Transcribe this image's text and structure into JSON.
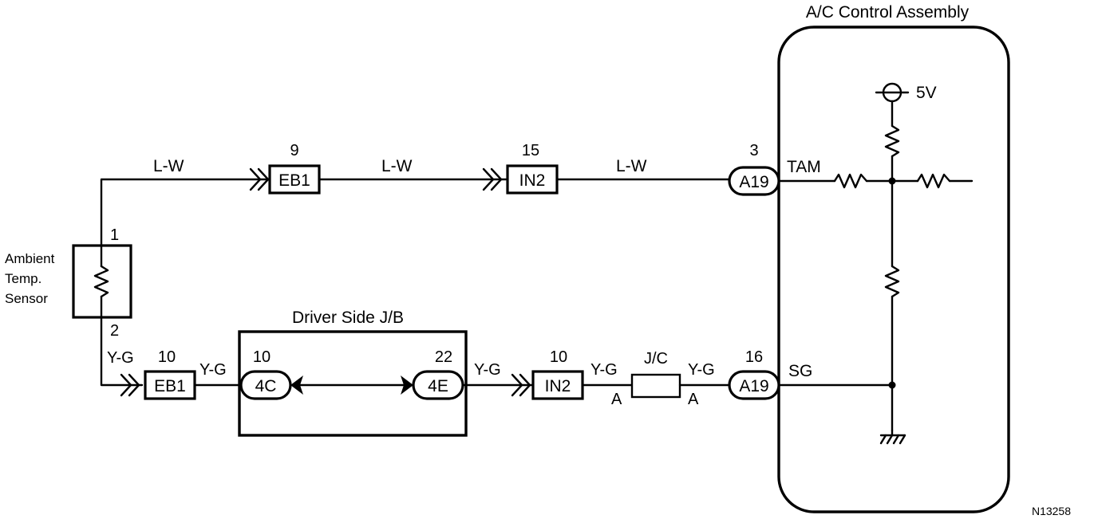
{
  "labels": {
    "assembly_title": "A/C Control Assembly",
    "sensor_name": "Ambient\nTemp.\nSensor",
    "sensor_pin_1": "1",
    "sensor_pin_2": "2",
    "jb_title": "Driver Side J/B",
    "jc_title": "J/C",
    "supply_voltage": "5V",
    "figure_id": "N13258"
  },
  "wire_colors": {
    "upper": "L-W",
    "lower": "Y-G"
  },
  "upper_circuit": {
    "wire_label_1": "L-W",
    "wire_label_2": "L-W",
    "wire_label_3": "L-W",
    "eb1": {
      "pin": "9",
      "name": "EB1"
    },
    "in2": {
      "pin": "15",
      "name": "IN2"
    },
    "a19": {
      "pin": "3",
      "name": "A19"
    },
    "terminal": "TAM"
  },
  "lower_circuit": {
    "wire_label_sensor": "Y-G",
    "wire_label_eb1_out": "Y-G",
    "wire_label_4e_out": "Y-G",
    "wire_label_in2_out": "Y-G",
    "wire_label_jc_out": "Y-G",
    "eb1": {
      "pin": "10",
      "name": "EB1"
    },
    "c4c": {
      "pin": "10",
      "name": "4C"
    },
    "c4e": {
      "pin": "22",
      "name": "4E"
    },
    "in2": {
      "pin": "10",
      "name": "IN2"
    },
    "jc_left": "A",
    "jc_right": "A",
    "a19": {
      "pin": "16",
      "name": "A19"
    },
    "terminal": "SG"
  }
}
